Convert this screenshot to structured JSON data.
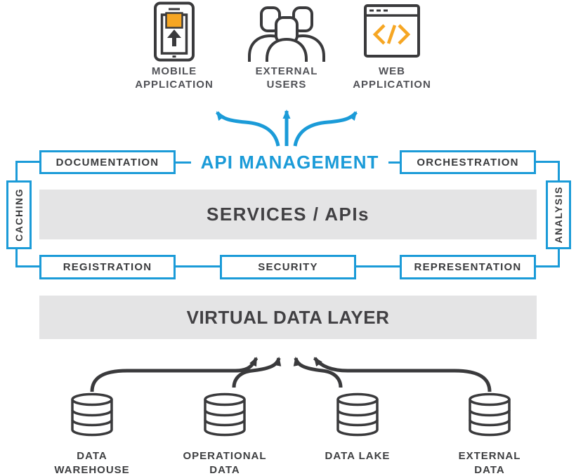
{
  "colors": {
    "blue": "#1b9bd8",
    "dark": "#3a3a3c",
    "orange": "#f6a623",
    "graybox": "#e4e4e5"
  },
  "title": "API MANAGEMENT",
  "sources": {
    "mobile": {
      "line1": "MOBILE",
      "line2": "APPLICATION"
    },
    "users": {
      "line1": "EXTERNAL",
      "line2": "USERS"
    },
    "web": {
      "line1": "WEB",
      "line2": "APPLICATION"
    }
  },
  "boxes": {
    "documentation": "DOCUMENTATION",
    "orchestration": "ORCHESTRATION",
    "caching": "CACHING",
    "analysis": "ANALYSIS",
    "registration": "REGISTRATION",
    "security": "SECURITY",
    "representation": "REPRESENTATION"
  },
  "layers": {
    "services": "SERVICES / APIs",
    "virtual": "VIRTUAL DATA LAYER"
  },
  "datastores": [
    {
      "line1": "DATA",
      "line2": "WAREHOUSE"
    },
    {
      "line1": "OPERATIONAL",
      "line2": "DATA"
    },
    {
      "line1": "DATA LAKE",
      "line2": ""
    },
    {
      "line1": "EXTERNAL",
      "line2": "DATA"
    }
  ]
}
